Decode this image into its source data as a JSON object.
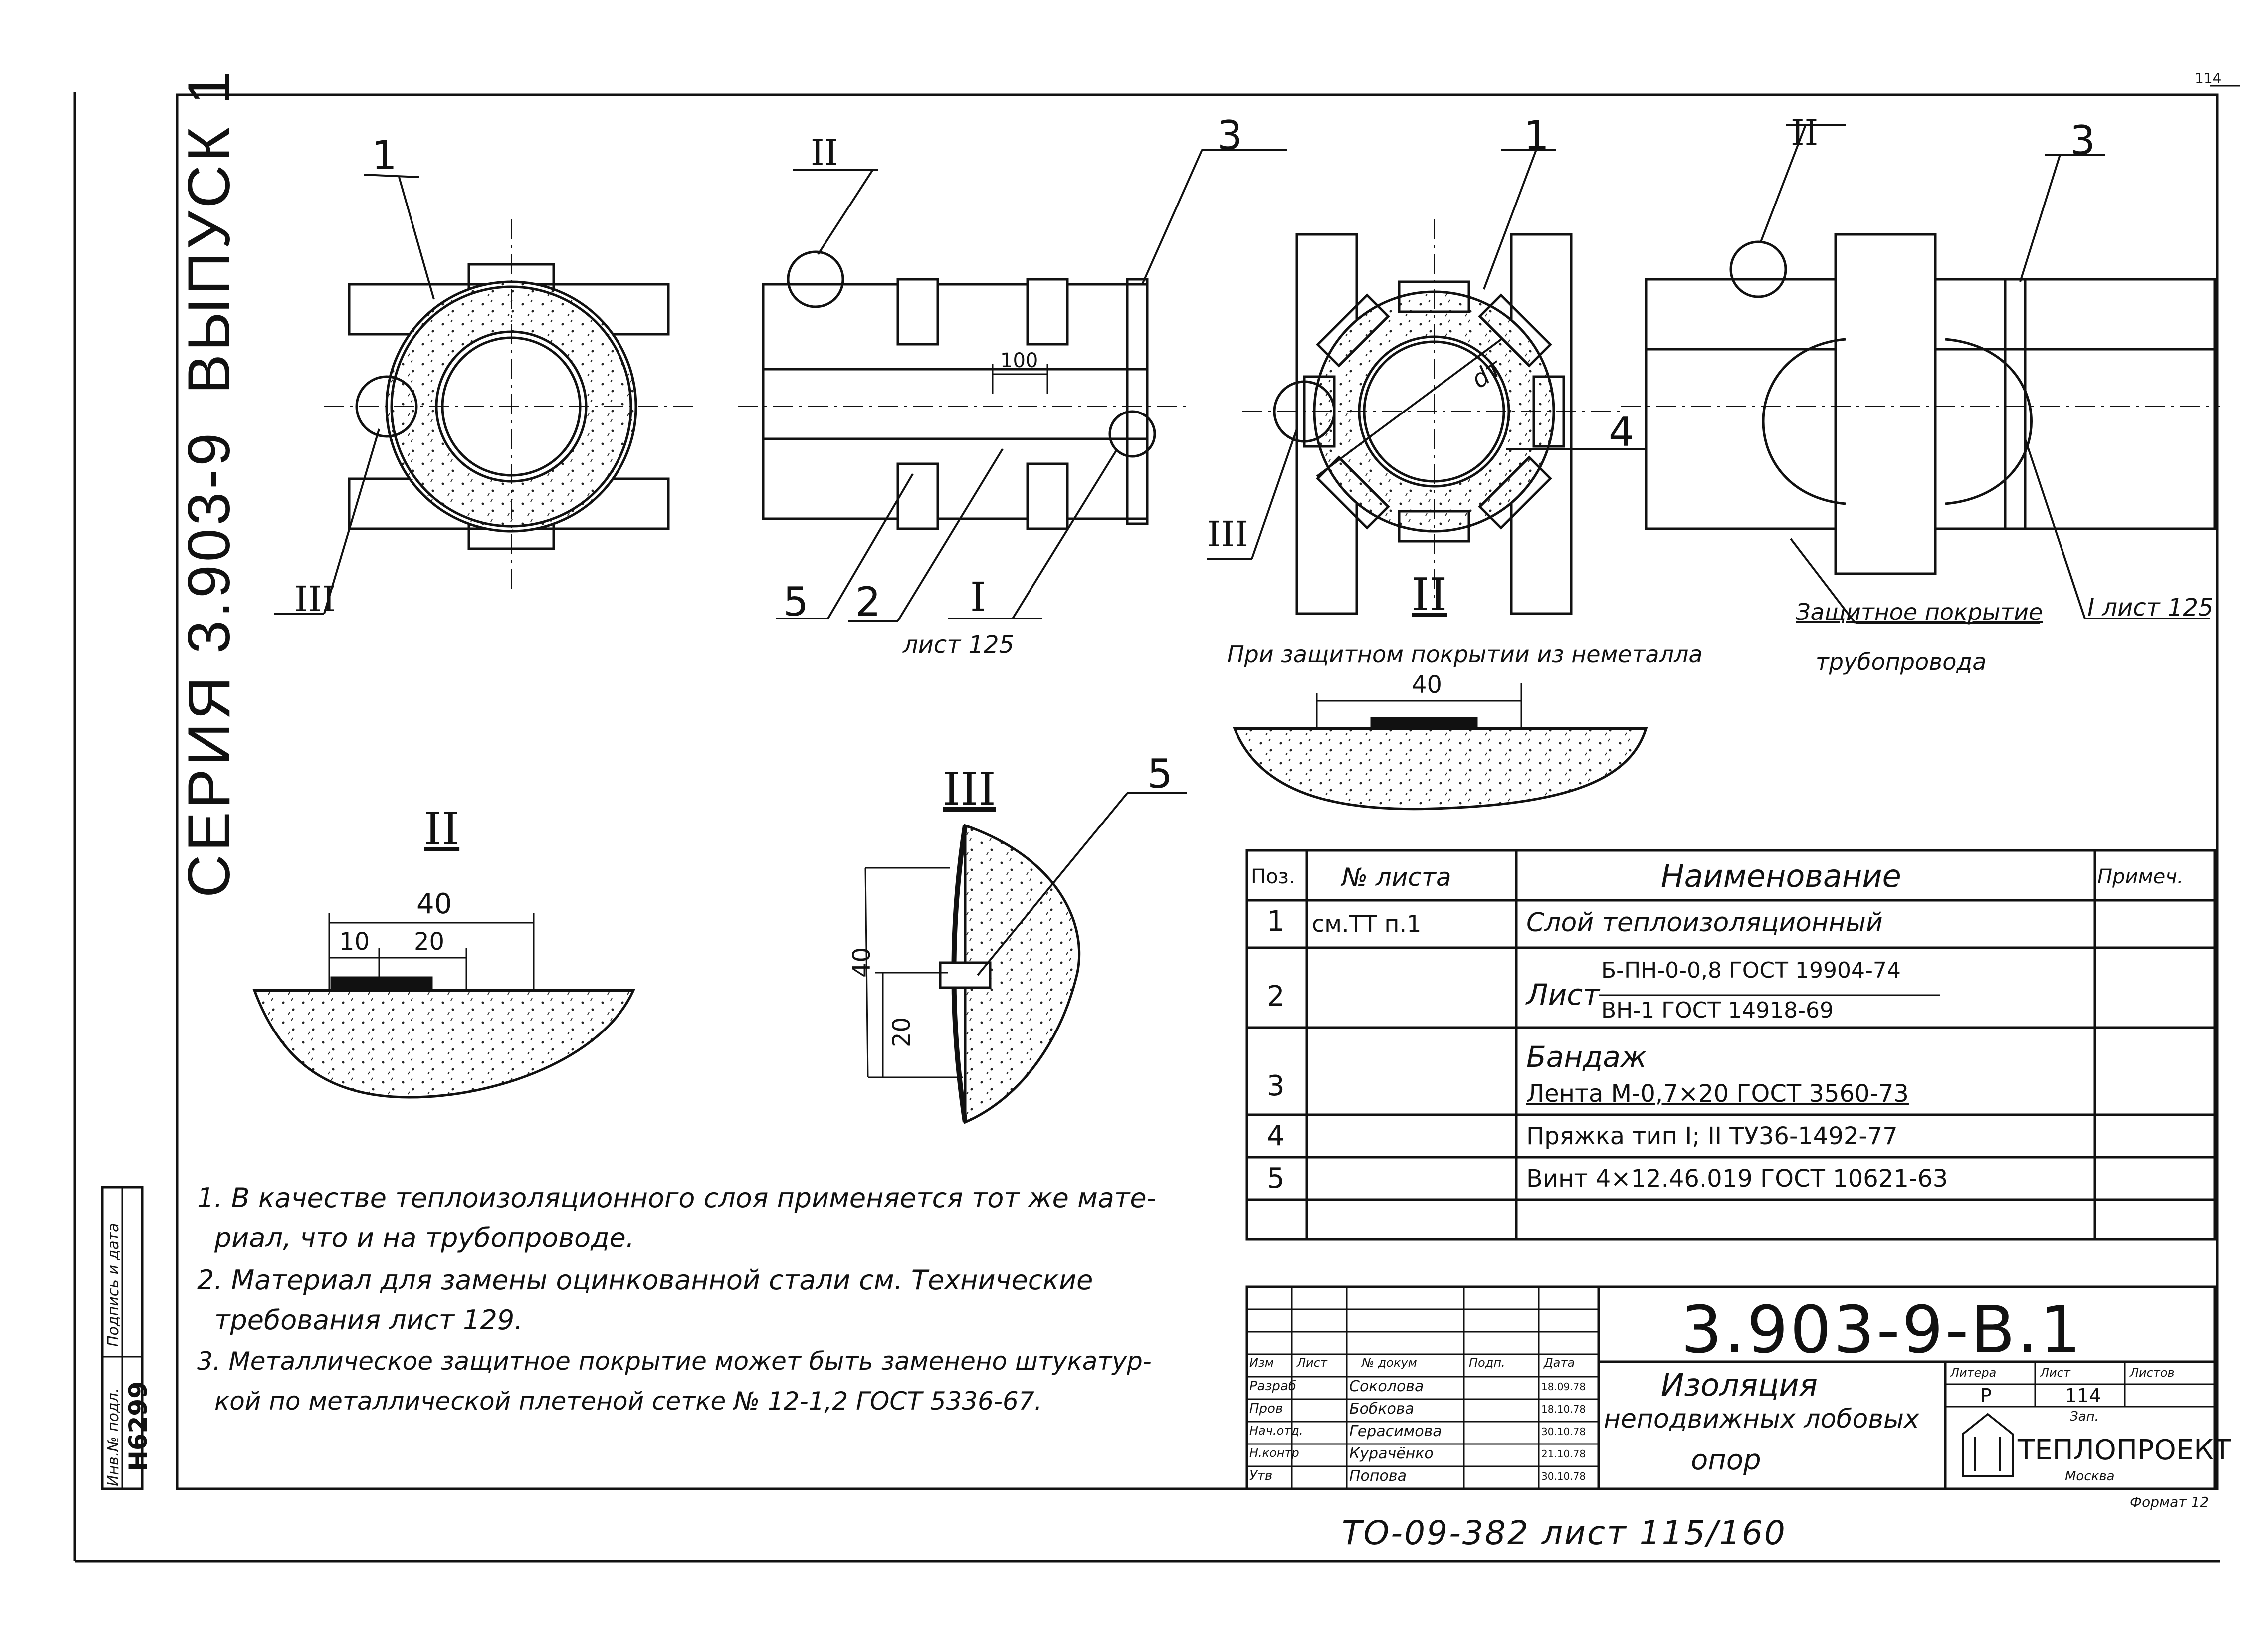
{
  "margin": {
    "series_label": "СЕРИЯ 3.903-9",
    "issue_label": "ВЫПУСК 1",
    "inv_label": "Инв.№ подл.",
    "sign_label": "Подпись и дата",
    "inv_number": "Н6299"
  },
  "top_right_mark": "114",
  "views": {
    "v1_callouts": [
      "1",
      "III"
    ],
    "v2_callouts": [
      "II",
      "3",
      "5",
      "2",
      "I"
    ],
    "v2_dim": "100",
    "v2_sheet_ref": "лист 125",
    "v3_callouts": [
      "1",
      "4",
      "III"
    ],
    "v3_dim": "dт",
    "v4_callouts": [
      "II",
      "3",
      "I лист 125"
    ],
    "v4_note_line1": "Защитное покрытие",
    "v4_note_line2": "трубопровода"
  },
  "detail_II_left": {
    "title": "II",
    "dim_total": "40",
    "dim_a": "10",
    "dim_b": "20"
  },
  "detail_III": {
    "title": "III",
    "callout": "5",
    "dim_a": "40",
    "dim_b": "20"
  },
  "detail_II_right": {
    "title": "II",
    "subtitle": "При защитном покрытии из неметалла",
    "dim": "40"
  },
  "spec": {
    "headers": [
      "Поз.",
      "№ листа",
      "Наименование",
      "Примеч."
    ],
    "rows": [
      {
        "pos": "1",
        "sheet": "см.ТТ п.1",
        "name": "Слой теплоизоляционный"
      },
      {
        "pos": "2",
        "sheet": "",
        "name_prefix": "Лист",
        "name_top": "Б-ПН-0-0,8 ГОСТ 19904-74",
        "name_bottom": "ВН-1 ГОСТ 14918-69"
      },
      {
        "pos": "3",
        "sheet": "",
        "name": "Бандаж",
        "name2": "Лента М-0,7×20 ГОСТ 3560-73"
      },
      {
        "pos": "4",
        "sheet": "",
        "name": "Пряжка тип I; II ТУ36-1492-77"
      },
      {
        "pos": "5",
        "sheet": "",
        "name": "Винт 4×12.46.019 ГОСТ 10621-63"
      }
    ]
  },
  "notes": [
    "1. В качестве теплоизоляционного слоя применяется тот же мате-",
    "риал, что и на трубопроводе.",
    "2. Материал для замены оцинкованной стали см. Технические",
    "требования лист 129.",
    "3. Металлическое защитное покрытие может быть заменено штукатур-",
    "кой по металлической плетеной сетке № 12-1,2 ГОСТ 5336-67."
  ],
  "title_block": {
    "code": "3.903-9-В.1",
    "title_lines": [
      "Изоляция",
      "неподвижных лобовых",
      "опор"
    ],
    "head": [
      "Изм",
      "Лист",
      "№ докум",
      "Подп.",
      "Дата"
    ],
    "people": [
      {
        "role": "Разраб",
        "name": "Соколова",
        "date": "18.09.78"
      },
      {
        "role": "Пров",
        "name": "Бобкова",
        "date": "18.10.78"
      },
      {
        "role": "Нач.отд.",
        "name": "Герасимова",
        "date": "30.10.78"
      },
      {
        "role": "Н.контр",
        "name": "Курачёнко",
        "date": "21.10.78"
      },
      {
        "role": "Утв",
        "name": "Попова",
        "date": "30.10.78"
      }
    ],
    "stage_labels": [
      "Литера",
      "Лист",
      "Листов"
    ],
    "stage": "Р",
    "sheet": "114",
    "org": "ТЕПЛОПРОЕКТ",
    "org_top": "Зап.",
    "org_bottom": "Москва",
    "format": "Формат 12"
  },
  "footer_handwritten": "ТО-09-382 лист 115/160"
}
